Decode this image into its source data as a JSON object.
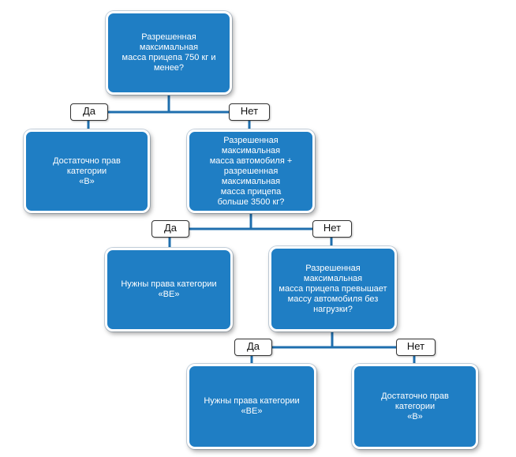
{
  "nodes": {
    "q1": {
      "lines": [
        "Разрешенная максимальная",
        "масса прицепа 750 кг и",
        "менее?"
      ]
    },
    "r1": {
      "lines": [
        "Достаточно прав категории",
        "«В»"
      ]
    },
    "q2": {
      "lines": [
        "Разрешенная максимальная",
        "масса автомобиля +",
        "разрешенная максимальная",
        "масса прицепа"
      ],
      "tail": "больше 3500 кг?"
    },
    "r2": {
      "lines": [
        "Нужны права категории",
        "«ВЕ»"
      ]
    },
    "q3": {
      "lines": [
        "Разрешенная максимальная",
        "масса прицепа превышает",
        "массу автомобиля без",
        "нагрузки?"
      ]
    },
    "r3": {
      "lines": [
        "Нужны права категории",
        "«ВЕ»"
      ]
    },
    "r4": {
      "lines": [
        "Достаточно прав категории",
        "«В»"
      ]
    }
  },
  "labels": {
    "yes": "Да",
    "no": "Нет"
  },
  "colors": {
    "box_fill": "#1f7ec4",
    "connector": "#1f6fae",
    "text": "#ffffff"
  }
}
